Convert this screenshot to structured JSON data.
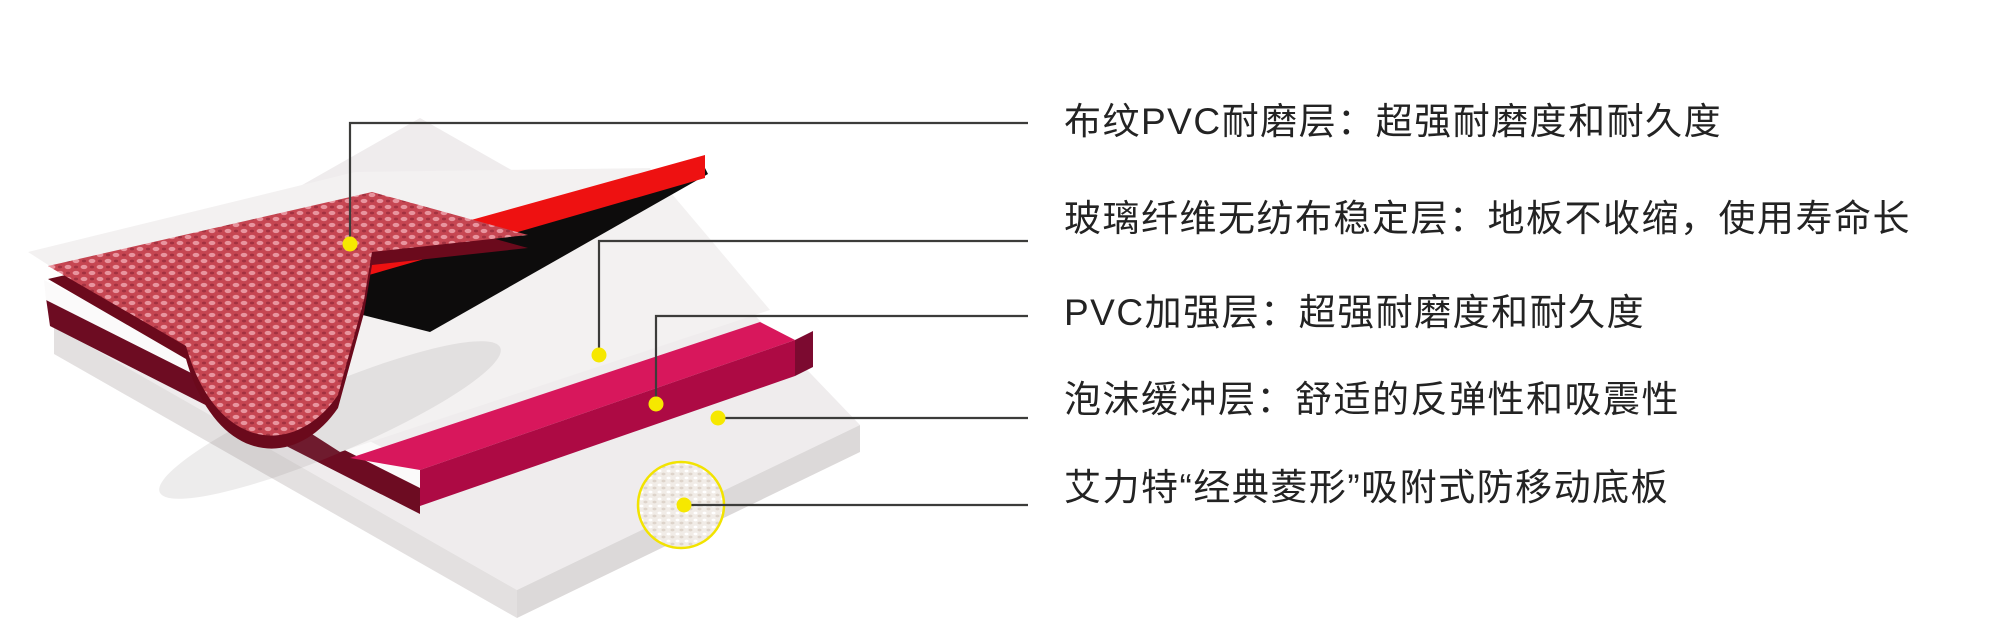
{
  "diagram": {
    "title_hidden": "",
    "product_layers": [
      {
        "id": "wear-layer",
        "label": "布纹PVC耐磨层：超强耐磨度和耐久度"
      },
      {
        "id": "fiberglass-layer",
        "label": "玻璃纤维无纺布稳定层：地板不收缩，使用寿命长"
      },
      {
        "id": "pvc-reinforce-layer",
        "label": "PVC加强层：超强耐磨度和耐久度"
      },
      {
        "id": "foam-cushion-layer",
        "label": "泡沫缓冲层：舒适的反弹性和吸震性"
      },
      {
        "id": "base-board-layer",
        "label": "艾力特“经典菱形”吸附式防移动底板"
      }
    ],
    "colors": {
      "wear_texture_red": "#c64652",
      "wear_texture_fleck": "#e8949e",
      "wear_edge_maroon": "#6b0a1c",
      "peel_strip_red": "#ee1111",
      "peel_underside_black": "#0d0c0c",
      "white_layer": "#f3f1f1",
      "white_layer_edge": "#fbfafa",
      "foam_magenta_top": "#d8175c",
      "foam_magenta_front": "#ad0a44",
      "foam_magenta_cap": "#7c0a30",
      "foam_left_maroon": "#6d0c22",
      "base_top": "#efeced",
      "base_front_left": "#e3e0e0",
      "base_front_right": "#dcd9d9",
      "base_pattern_fill": "#f1ece7",
      "base_pattern_dot": "#ded4cb",
      "marker_yellow": "#f6e800",
      "leader_line": "#3c3c3a",
      "label_text": "#232323"
    },
    "markers": {
      "count": 5,
      "shape": "dot"
    },
    "magnifier": {
      "meaning": "classic-diamond base texture close-up",
      "ring_color": "#f2e300"
    }
  }
}
